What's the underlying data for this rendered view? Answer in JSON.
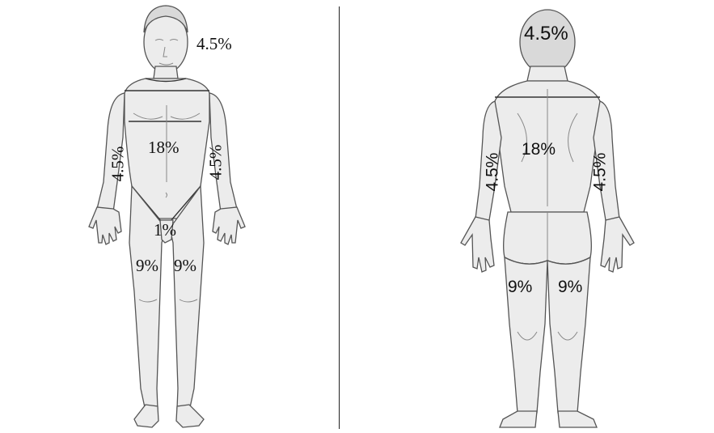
{
  "front": {
    "head": "4.5%",
    "torso": "18%",
    "right_arm": "4.5%",
    "left_arm": "4.5%",
    "genitals": "1%",
    "right_leg": "9%",
    "left_leg": "9%"
  },
  "back": {
    "head": "4.5%",
    "torso": "18%",
    "left_arm": "4.5%",
    "right_arm": "4.5%",
    "left_leg": "9%",
    "right_leg": "9%"
  },
  "colors": {
    "skin": "#ececec",
    "outline": "#333333"
  }
}
